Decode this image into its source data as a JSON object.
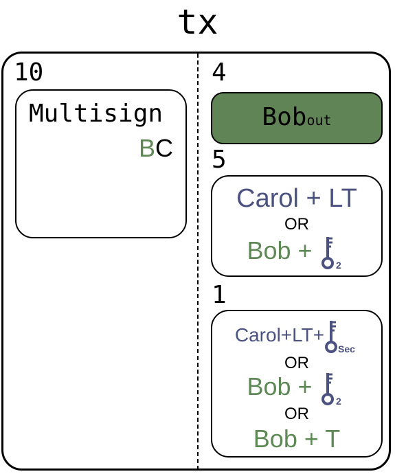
{
  "title": "tx",
  "left": {
    "number": "10",
    "box": {
      "label": "Multisign",
      "letter_green": "B",
      "letter_black": "C"
    }
  },
  "right": {
    "sections": [
      {
        "number": "4",
        "main": "Bob",
        "sub": "out"
      },
      {
        "number": "5",
        "line1": "Carol + LT",
        "or": "OR",
        "line2": "Bob + ",
        "key_sub": "2"
      },
      {
        "number": "1",
        "line1": "Carol+LT+",
        "key1_sub": "Sec",
        "or1": "OR",
        "line2": "Bob + ",
        "key2_sub": "2",
        "or2": "OR",
        "line3": "Bob + T"
      }
    ]
  },
  "colors": {
    "green": "#5f8857",
    "navy": "#4b5280",
    "fill_green": "#618457"
  }
}
